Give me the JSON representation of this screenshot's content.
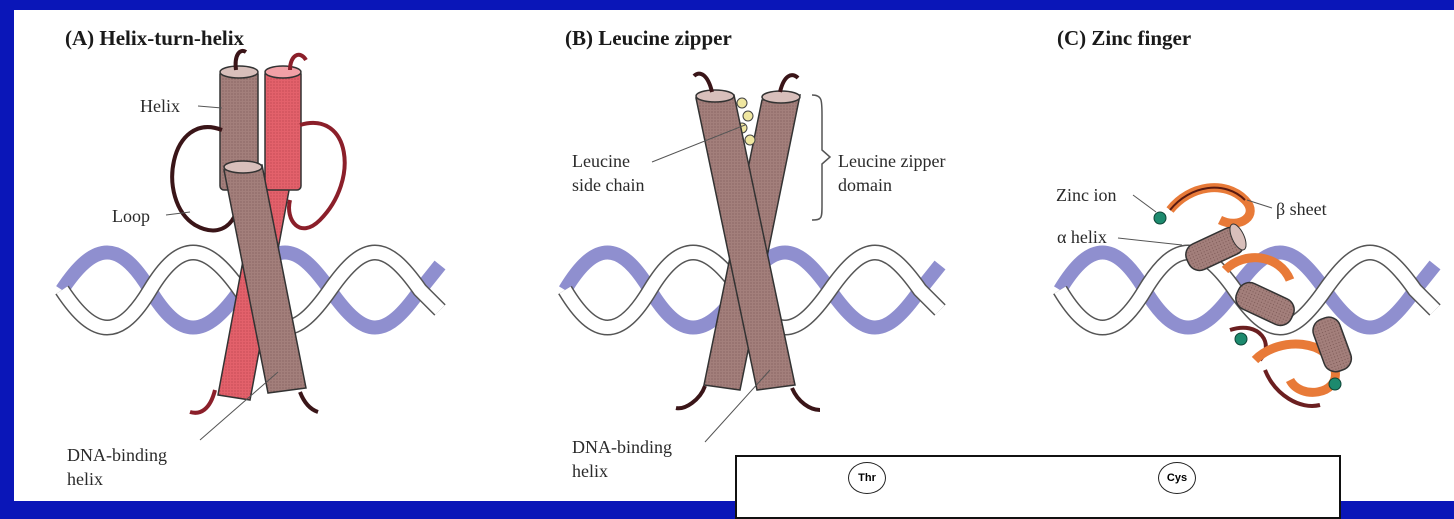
{
  "panels": {
    "a": {
      "title": "(A) Helix-turn-helix",
      "helix_label": "Helix",
      "loop_label": "Loop",
      "dna_binding_label_1": "DNA-binding",
      "dna_binding_label_2": "helix"
    },
    "b": {
      "title": "(B) Leucine zipper",
      "side_chain_label_1": "Leucine",
      "side_chain_label_2": "side chain",
      "domain_label_1": "Leucine zipper",
      "domain_label_2": "domain",
      "dna_binding_label_1": "DNA-binding",
      "dna_binding_label_2": "helix"
    },
    "c": {
      "title": "(C) Zinc finger",
      "zinc_label": "Zinc ion",
      "beta_label": "β sheet",
      "alpha_label": "α helix"
    }
  },
  "inset": {
    "residue_left": "Thr",
    "residue_right": "Cys"
  },
  "colors": {
    "border": "#0a16b8",
    "dna_strand": "#8f8fcf",
    "protein_brown": "#a07c78",
    "protein_red": "#e0606a",
    "zinc_ion": "#1d8a6e",
    "beta_sheet": "#e87a38"
  }
}
